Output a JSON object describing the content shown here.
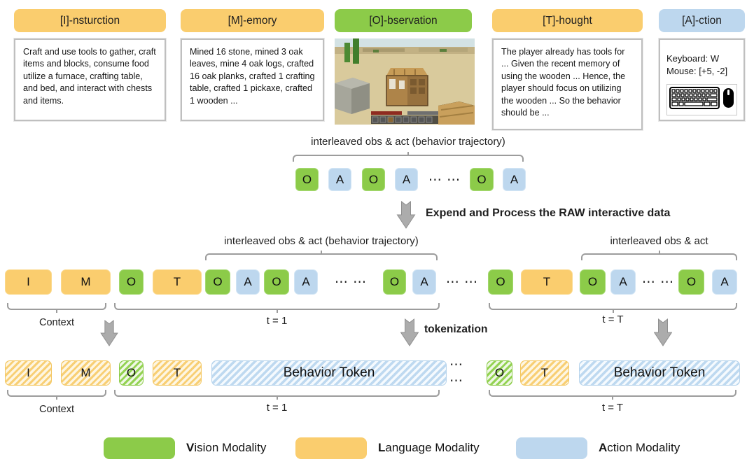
{
  "palette": {
    "vision": "#8CCB49",
    "language": "#FACD6E",
    "action": "#BDD7EE"
  },
  "cards": {
    "instruction": {
      "label": "[I]-nsturction",
      "body": "Craft and use tools to gather, craft items and blocks, consume food utilize a furnace, crafting table, and bed, and interact with chests and items."
    },
    "memory": {
      "label": "[M]-emory",
      "body": "Mined 16 stone,  mined 3 oak leaves,  mine 4 oak logs, crafted 16 oak planks,  crafted 1 crafting table, crafted 1 pickaxe, crafted 1 wooden ..."
    },
    "observation": {
      "label": "[O]-bservation"
    },
    "thought": {
      "label": "[T]-hought",
      "body": "The player already has tools for ... Given the recent memory of using the wooden ... Hence, the player should focus on utilizing the wooden ... So the behavior should be ..."
    },
    "action": {
      "label": "[A]-ction",
      "keyboard": "Keyboard: W",
      "mouse": "Mouse: [+5, -2]"
    }
  },
  "row1": {
    "title": "interleaved obs & act (behavior trajectory)",
    "tokens": [
      "O",
      "A",
      "O",
      "A",
      "⋯ ⋯",
      "O",
      "A"
    ]
  },
  "arrows": {
    "expand": "Expend and Process the RAW interactive data",
    "tokenization": "tokenization"
  },
  "row2": {
    "title_left": "interleaved obs & act (behavior trajectory)",
    "title_right": "interleaved obs & act",
    "tokens": [
      "I",
      "M",
      "O",
      "T",
      "O",
      "A",
      "O",
      "A",
      "⋯ ⋯",
      "O",
      "A",
      "⋯ ⋯",
      "O",
      "T",
      "O",
      "A",
      "⋯ ⋯",
      "O",
      "A"
    ],
    "context": "Context",
    "t1": "t = 1",
    "tT": "t = T"
  },
  "row3": {
    "tokens": [
      "I",
      "M",
      "O",
      "T",
      "Behavior Token",
      "⋯ ⋯",
      "O",
      "T",
      "Behavior Token"
    ],
    "context": "Context",
    "t1": "t = 1",
    "tT": "t = T"
  },
  "legend": [
    {
      "first": "V",
      "rest": "ision Modality"
    },
    {
      "first": "L",
      "rest": "anguage Modality"
    },
    {
      "first": "A",
      "rest": "ction Modality"
    }
  ]
}
